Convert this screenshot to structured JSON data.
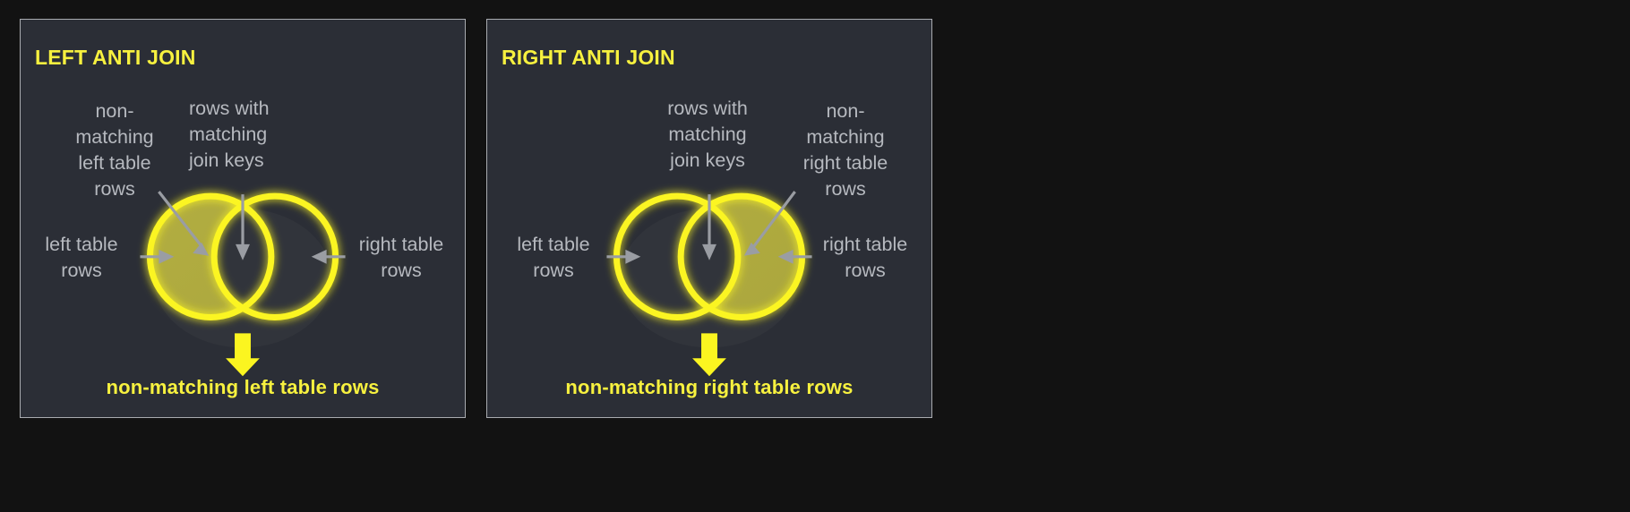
{
  "page": {
    "background_color": "#121212",
    "panel_background_color": "#2b2e36",
    "panel_border_color": "#a9abb0",
    "accent_yellow": "#f7f13f",
    "fill_olive": "#b0ab3d",
    "label_gray": "#b6b9bf",
    "arrow_gray": "#9a9da3"
  },
  "panels": [
    {
      "id": "left-anti-join",
      "title": "LEFT ANTI JOIN",
      "highlight_side": "left",
      "labels": {
        "non_matching": "non-\nmatching\nleft table\nrows",
        "matching": "rows with\nmatching\njoin keys",
        "left_table": "left table\nrows",
        "right_table": "right table\nrows"
      },
      "result_caption": "non-matching left table rows",
      "result_arrow_icon": "down-arrow-icon"
    },
    {
      "id": "right-anti-join",
      "title": "RIGHT ANTI JOIN",
      "highlight_side": "right",
      "labels": {
        "matching": "rows with\nmatching\njoin keys",
        "non_matching": "non-\nmatching\nright table\nrows",
        "left_table": "left table\nrows",
        "right_table": "right table\nrows"
      },
      "result_caption": "non-matching right table rows",
      "result_arrow_icon": "down-arrow-icon"
    }
  ]
}
